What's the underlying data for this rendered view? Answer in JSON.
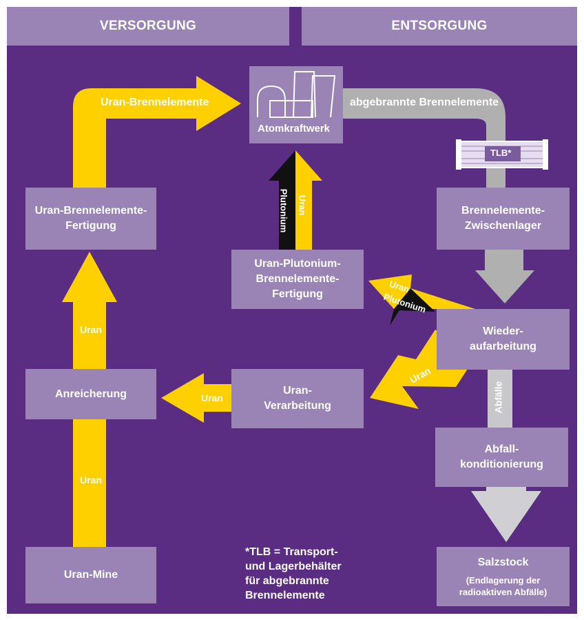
{
  "colors": {
    "background": "#5a2d82",
    "box": "#9a84b6",
    "uran_arrow": "#ffd000",
    "gray_arrow": "#b0b0b0",
    "plutonium_arrow": "#111111",
    "text": "#ffffff"
  },
  "headers": {
    "left": "VERSORGUNG",
    "right": "ENTSORGUNG"
  },
  "boxes": {
    "uran_mine": "Uran-Mine",
    "anreicherung": "Anreicherung",
    "fertigung_1": "Uran-Brennelemente-",
    "fertigung_2": "Fertigung",
    "verarbeitung_1": "Uran-",
    "verarbeitung_2": "Verarbeitung",
    "mox_1": "Uran-Plutonium-",
    "mox_2": "Brennelemente-",
    "mox_3": "Fertigung",
    "akw": "Atomkraftwerk",
    "zwischenlager_1": "Brennelemente-",
    "zwischenlager_2": "Zwischenlager",
    "wa_1": "Wieder-",
    "wa_2": "aufarbeitung",
    "abfall_1": "Abfall-",
    "abfall_2": "konditionierung",
    "salzstock": "Salzstock",
    "salzstock_sub_1": "(Endlagerung der",
    "salzstock_sub_2": "radioaktiven Abfälle)"
  },
  "arrows": {
    "uran_brennelemente": "Uran-Brennelemente",
    "abgebrannte": "abgebrannte Brennelemente",
    "tlb": "TLB*",
    "uran": "Uran",
    "plutonium": "Plutonium",
    "abfaelle": "Abfälle"
  },
  "footnote": {
    "line1": "*TLB = Transport-",
    "line2": "und Lagerbehälter",
    "line3": "für abgebrannte",
    "line4": "Brennelemente"
  }
}
